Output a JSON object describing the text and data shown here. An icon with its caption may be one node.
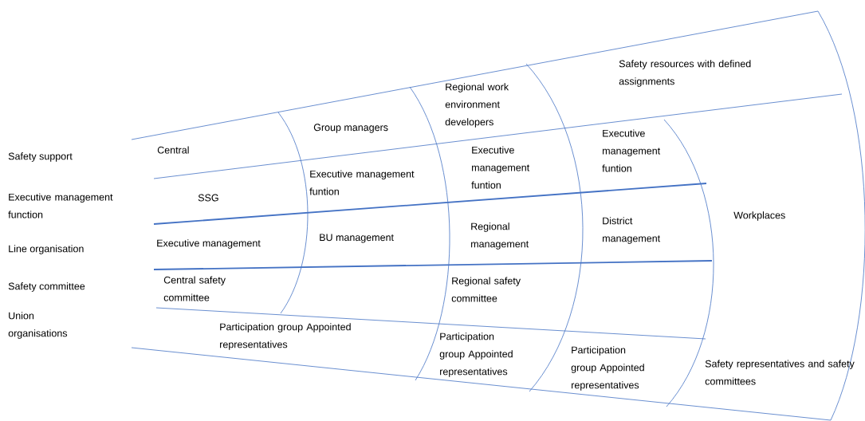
{
  "diagram": {
    "labels": [
      "Safety support",
      "Executive management function",
      "Line organisation",
      "Safety committee",
      "Union organisations",
      "Central",
      "SSG",
      "Executive management",
      "Central safety committee",
      "Participation group Appointed representatives",
      "Group managers",
      "Executive management funtion",
      "BU management",
      "Regional work environment developers",
      "Executive management funtion",
      "Regional management",
      "Regional safety committee",
      "Participation group Appointed representatives",
      "Safety resources with defined assignments",
      "Executive management funtion",
      "District management",
      "Participation group Appointed representatives",
      "Workplaces",
      "Safety representatives and safety committees"
    ]
  }
}
